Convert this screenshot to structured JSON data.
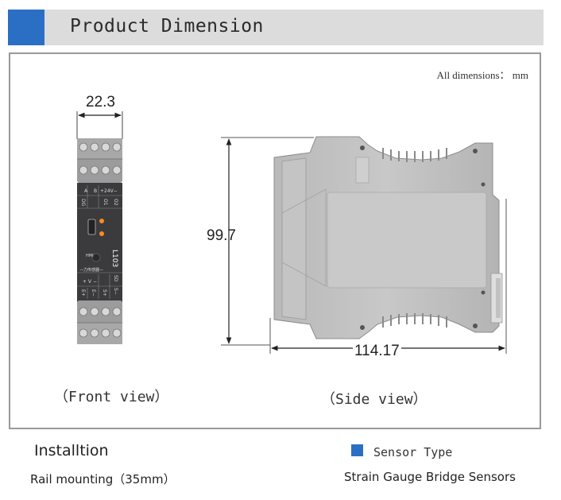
{
  "header": {
    "title": "Product Dimension",
    "accent_color": "#2b6fc4"
  },
  "panel": {
    "units_note": "All dimensions： mm",
    "front_view": {
      "width_dimension": "22.3",
      "caption": "（Front view）",
      "labels": {
        "a": "A",
        "b": "B",
        "v24": "+24V−",
        "dg": "DG",
        "o1": "O1",
        "o2": "O2",
        "hmi": "HMI",
        "model": "L103",
        "sensor_text": "—力传感器—",
        "v": "+ V −",
        "e_plus": "E+",
        "e_minus": "E−",
        "s_plus": "S+",
        "s_minus": "S−",
        "sd": "SD"
      }
    },
    "side_view": {
      "height_dimension": "99.7",
      "depth_dimension": "114.17",
      "caption": "（Side view）"
    }
  },
  "installation": {
    "title": "Installtion",
    "value": "Rail mounting（35mm）"
  },
  "sensor_type": {
    "title": "Sensor Type",
    "value": "Strain Gauge Bridge Sensors",
    "accent_color": "#2b6fc4"
  }
}
